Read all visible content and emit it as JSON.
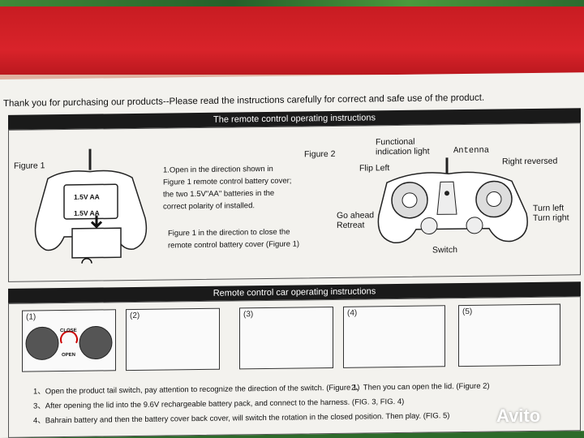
{
  "intro": "Thank you for purchasing our products--Please read the instructions carefully for correct and safe use of the product.",
  "remote_section": {
    "header": "The remote control operating instructions",
    "figure1_label": "Figure 1",
    "battery_label": "1.5V AA",
    "instructions": [
      "1.Open in the direction shown in",
      "Figure 1 remote control battery cover;",
      "the two 1.5V\"AA\" batteries  in the",
      "correct polarity of installed."
    ],
    "close_note": [
      "Figure 1 in the direction to close the",
      "remote control battery cover (Figure 1)"
    ],
    "figure2_label": "Figure 2",
    "callouts": {
      "functional": "Functional",
      "indication": "indication light",
      "antenna": "Antenna",
      "flip_left": "Flip Left",
      "right_reversed": "Right reversed",
      "go_ahead": "Go ahead",
      "retreat": "Retreat",
      "turn_left": "Turn left",
      "turn_right": "Turn right",
      "switch": "Switch"
    }
  },
  "car_section": {
    "header": "Remote control car operating instructions",
    "figures": [
      {
        "num": "(1)",
        "close": "CLOSE",
        "open": "OPEN"
      },
      {
        "num": "(2)"
      },
      {
        "num": "(3)"
      },
      {
        "num": "(4)"
      },
      {
        "num": "(5)"
      }
    ],
    "steps": [
      "1、Open the product tail switch, pay attention to recognize the direction of the switch. (Figure 1)",
      "2、Then you can open the lid. (Figure 2)",
      "3、After opening the lid into the 9.6V rechargeable battery pack, and connect to the harness. (FIG. 3, FIG. 4)",
      "4、Bahrain battery and then the battery cover back cover, will switch the rotation in the closed position. Then play. (FIG. 5)"
    ]
  },
  "watermark": "Avito",
  "colors": {
    "box_red": "#d9232a",
    "sheet": "#f3f2ee",
    "header_bar": "#1a1a1a",
    "grass": "#2d6b2a"
  }
}
